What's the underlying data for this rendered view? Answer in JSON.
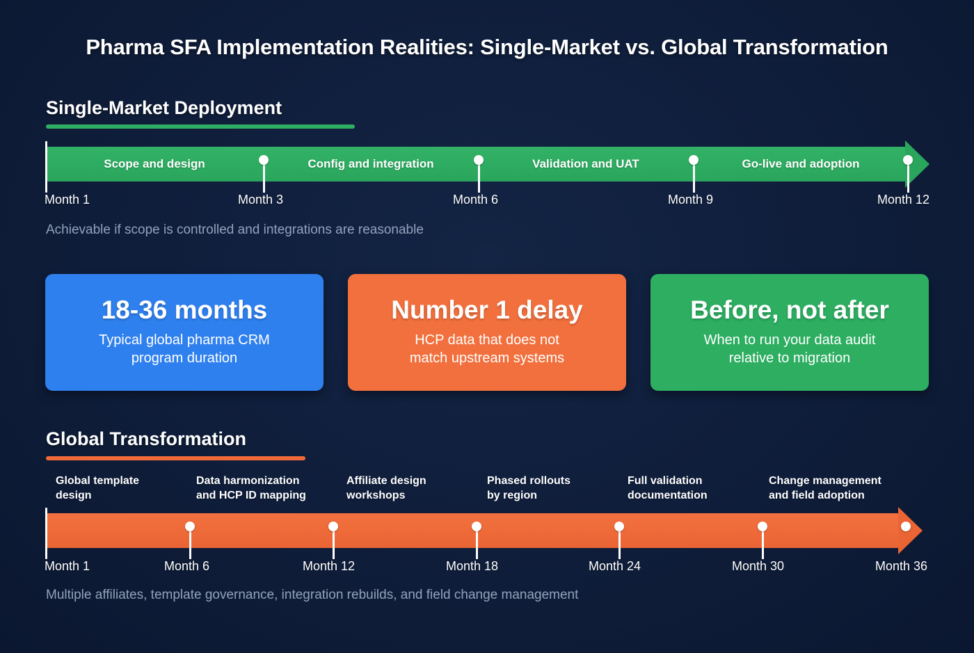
{
  "title": "Pharma SFA Implementation Realities: Single-Market vs. Global Transformation",
  "colors": {
    "background": "#0f1d3a",
    "green": "#2aa65c",
    "orange": "#ea6434",
    "blue": "#2f80ef",
    "note_text": "#93a2bb",
    "marker": "#ffffff"
  },
  "single_market": {
    "heading": "Single-Market Deployment",
    "accent": "#2fae63",
    "phases": [
      {
        "label": "Scope and design"
      },
      {
        "label": "Config and integration"
      },
      {
        "label": "Validation and UAT"
      },
      {
        "label": "Go-live and adoption"
      }
    ],
    "milestones": [
      {
        "caption": "Month 1",
        "month": 1
      },
      {
        "caption": "Month 3",
        "month": 3
      },
      {
        "caption": "Month 6",
        "month": 6
      },
      {
        "caption": "Month 9",
        "month": 9
      },
      {
        "caption": "Month 12",
        "month": 12
      }
    ],
    "note": "Achievable if scope is controlled and integrations are reasonable"
  },
  "cards": [
    {
      "value": "18-36 months",
      "desc": "Typical global pharma CRM\nprogram duration",
      "color": "#2f80ef"
    },
    {
      "value": "Number 1 delay",
      "desc": "HCP data that does not\nmatch upstream systems",
      "color": "#f2703d"
    },
    {
      "value": "Before, not after",
      "desc": "When to run your data audit\nrelative to migration",
      "color": "#2dae61"
    }
  ],
  "global_transformation": {
    "heading": "Global Transformation",
    "accent": "#ef6a38",
    "steps": [
      {
        "label": "Global template\ndesign"
      },
      {
        "label": "Data harmonization\nand HCP ID mapping"
      },
      {
        "label": "Affiliate design\nworkshops"
      },
      {
        "label": "Phased rollouts\nby region"
      },
      {
        "label": "Full validation\ndocumentation"
      },
      {
        "label": "Change management\nand field adoption"
      }
    ],
    "milestones": [
      {
        "caption": "Month 1",
        "month": 1
      },
      {
        "caption": "Month 6",
        "month": 6
      },
      {
        "caption": "Month 12",
        "month": 12
      },
      {
        "caption": "Month 18",
        "month": 18
      },
      {
        "caption": "Month 24",
        "month": 24
      },
      {
        "caption": "Month 30",
        "month": 30
      },
      {
        "caption": "Month 36",
        "month": 36
      }
    ],
    "note": "Multiple affiliates, template governance, integration rebuilds, and field change management"
  },
  "chart_data": {
    "type": "timeline",
    "title": "Pharma SFA Implementation Realities: Single-Market vs. Global Transformation",
    "tracks": [
      {
        "name": "Single-Market Deployment",
        "color": "#2aa65c",
        "axis_unit": "Month",
        "axis_range": [
          1,
          12
        ],
        "ticks": [
          1,
          3,
          6,
          9,
          12
        ],
        "tick_labels": [
          "Month 1",
          "Month 3",
          "Month 6",
          "Month 9",
          "Month 12"
        ],
        "segments": [
          {
            "label": "Scope and design",
            "start": 1,
            "end": 3
          },
          {
            "label": "Config and integration",
            "start": 3,
            "end": 6
          },
          {
            "label": "Validation and UAT",
            "start": 6,
            "end": 9
          },
          {
            "label": "Go-live and adoption",
            "start": 9,
            "end": 12
          }
        ],
        "annotation": "Achievable if scope is controlled and integrations are reasonable"
      },
      {
        "name": "Global Transformation",
        "color": "#ea6434",
        "axis_unit": "Month",
        "axis_range": [
          1,
          36
        ],
        "ticks": [
          1,
          6,
          12,
          18,
          24,
          30,
          36
        ],
        "tick_labels": [
          "Month 1",
          "Month 6",
          "Month 12",
          "Month 18",
          "Month 24",
          "Month 30",
          "Month 36"
        ],
        "segments": [
          {
            "label": "Global template design",
            "start": 1,
            "end": 6
          },
          {
            "label": "Data harmonization and HCP ID mapping",
            "start": 6,
            "end": 12
          },
          {
            "label": "Affiliate design workshops",
            "start": 12,
            "end": 18
          },
          {
            "label": "Phased rollouts by region",
            "start": 18,
            "end": 24
          },
          {
            "label": "Full validation documentation",
            "start": 24,
            "end": 30
          },
          {
            "label": "Change management and field adoption",
            "start": 30,
            "end": 36
          }
        ],
        "annotation": "Multiple affiliates, template governance, integration rebuilds, and field change management"
      }
    ],
    "callouts": [
      {
        "value": "18-36 months",
        "desc": "Typical global pharma CRM program duration",
        "color": "#2f80ef"
      },
      {
        "value": "Number 1 delay",
        "desc": "HCP data that does not match upstream systems",
        "color": "#f2703d"
      },
      {
        "value": "Before, not after",
        "desc": "When to run your data audit relative to migration",
        "color": "#2dae61"
      }
    ]
  }
}
